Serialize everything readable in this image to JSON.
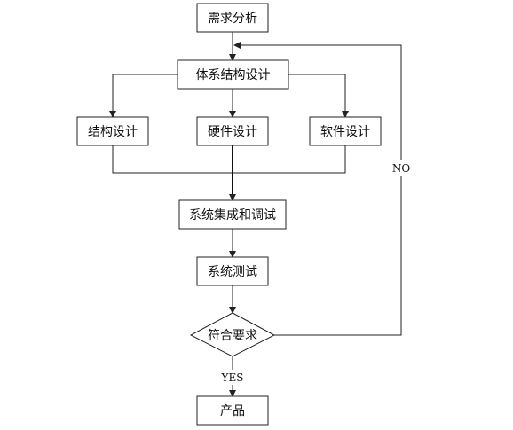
{
  "nodes": {
    "requirements": "需求分析",
    "architecture": "体系结构设计",
    "structure": "结构设计",
    "hardware": "硬件设计",
    "software": "软件设计",
    "integration": "系统集成和调试",
    "system_test": "系统测试",
    "decision": "符合要求",
    "product": "产品"
  },
  "labels": {
    "no": "NO",
    "yes": "YES"
  }
}
